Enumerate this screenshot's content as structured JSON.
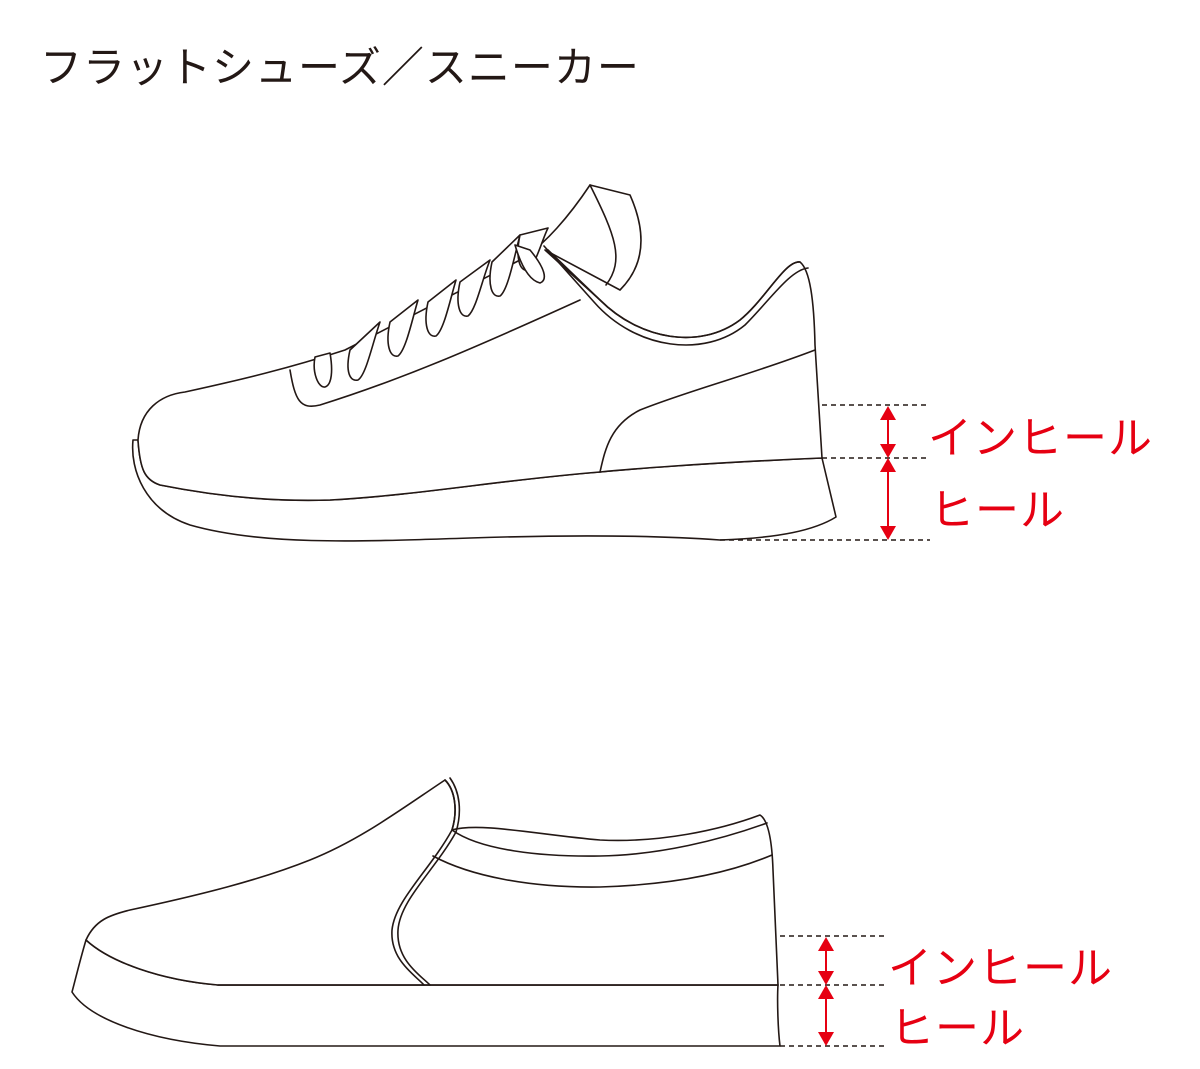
{
  "title": "フラットシューズ／スニーカー",
  "colors": {
    "outline": "#231815",
    "accent": "#e60012",
    "background": "#ffffff"
  },
  "diagrams": [
    {
      "name": "sneaker",
      "labels": {
        "inheel": "インヒール",
        "heel": "ヒール"
      }
    },
    {
      "name": "slip-on",
      "labels": {
        "inheel": "インヒール",
        "heel": "ヒール"
      }
    }
  ]
}
